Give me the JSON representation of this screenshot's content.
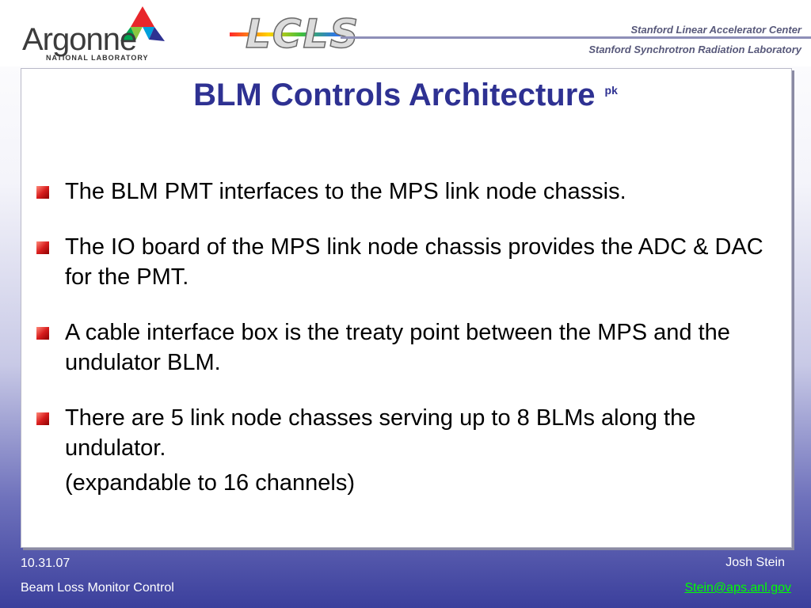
{
  "header": {
    "argonne_name": "Argonne",
    "argonne_subtitle": "NATIONAL LABORATORY",
    "lcls_logo_text": "LCLS",
    "slac_label": "Stanford Linear Accelerator Center",
    "ssrl_label": "Stanford Synchrotron Radiation Laboratory"
  },
  "slide": {
    "title": "BLM Controls Architecture",
    "title_suffix": "pk",
    "bullets": [
      {
        "text": "The BLM PMT interfaces to the MPS link node chassis."
      },
      {
        "text": "The IO board of the MPS link node chassis provides the ADC & DAC for the PMT."
      },
      {
        "text": "A cable interface box is the treaty point between the MPS and the undulator BLM."
      },
      {
        "text": "There are 5 link node chasses serving up to 8 BLMs along the undulator."
      }
    ],
    "subnote": "(expandable to 16 channels)"
  },
  "footer": {
    "date": "10.31.07",
    "title": "Beam Loss Monitor Control",
    "author": "Josh Stein",
    "email": "Stein@aps.anl.gov"
  },
  "colors": {
    "title": "#2e3192",
    "bullet_marker": "#d81e1e",
    "footer_text": "#ffffff",
    "email_link": "#00ff00",
    "background_bottom": "#3b3f9c"
  },
  "icons": [
    "argonne-triangle-logo",
    "lcls-logo",
    "bullet-square-icon"
  ]
}
